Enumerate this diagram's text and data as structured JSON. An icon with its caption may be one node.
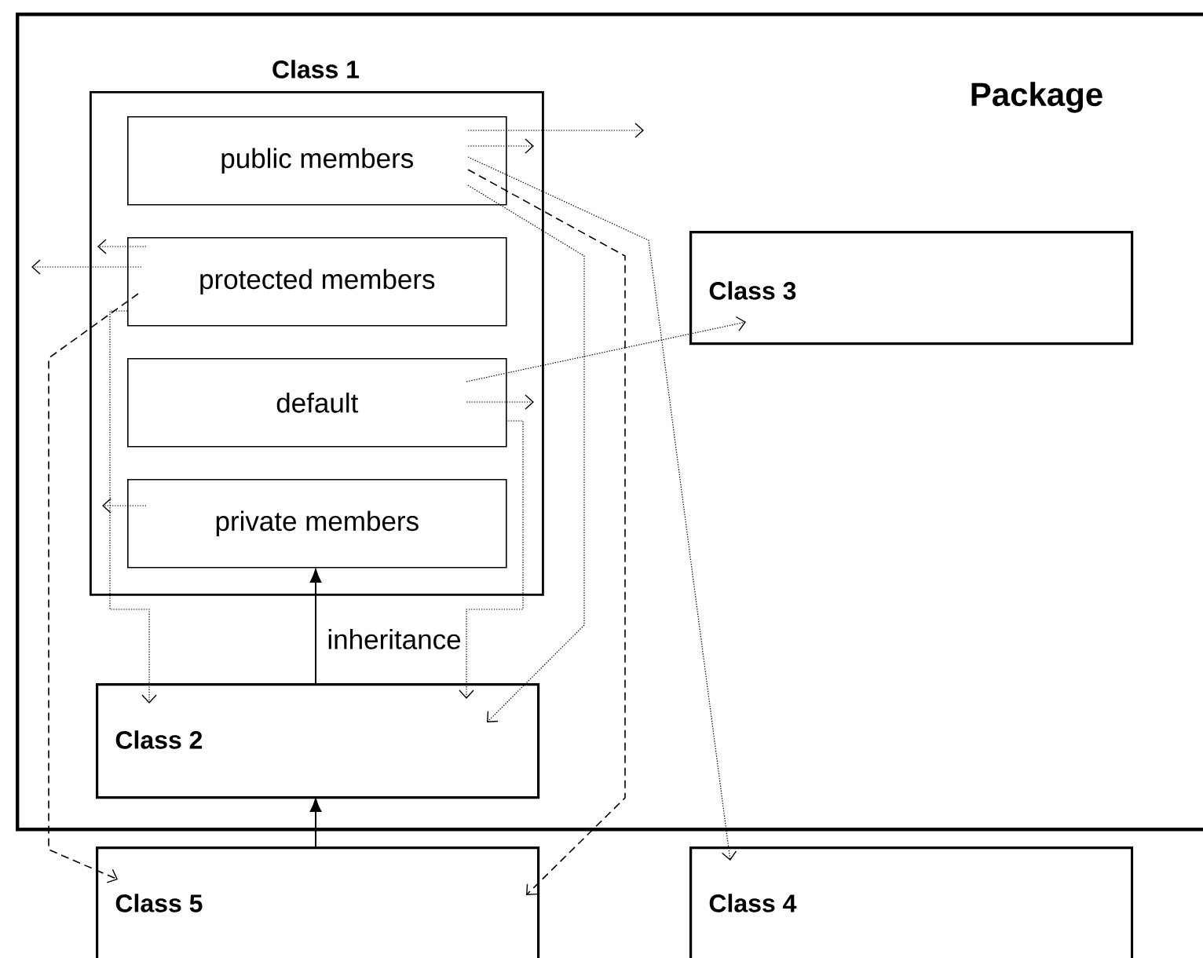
{
  "diagram": {
    "nodes": [
      {
        "text": [
          "Package"
        ]
      },
      {
        "text": [
          "Class 1"
        ],
        "in": 0
      },
      {
        "text": [
          "public members"
        ],
        "in": 1
      },
      {
        "text": [
          "protected members"
        ],
        "in": 1
      },
      {
        "text": [
          "default"
        ],
        "in": 1
      },
      {
        "text": [
          "private members"
        ],
        "in": 1
      },
      {
        "text": [
          "Class 3"
        ],
        "in": 0
      },
      {
        "text": [
          "Class 2"
        ],
        "in": 0
      },
      {
        "text": [
          "Class 5"
        ]
      },
      {
        "text": [
          "Class 4"
        ]
      }
    ],
    "edges": [
      {
        "from": 2,
        "to": null,
        "arrow": "to",
        "style": "dashed"
      },
      {
        "from": 2,
        "to": null,
        "arrow": "to",
        "style": "dashed"
      },
      {
        "from": 2,
        "to": 9,
        "arrow": "to",
        "style": "dashed"
      },
      {
        "from": 2,
        "to": 8,
        "arrow": "to",
        "style": "dashed"
      },
      {
        "from": 2,
        "to": 7,
        "arrow": "to",
        "style": "dashed"
      },
      {
        "from": 3,
        "to": null,
        "arrow": "to",
        "style": "dashed"
      },
      {
        "from": 3,
        "to": null,
        "arrow": "to",
        "style": "dashed"
      },
      {
        "from": 3,
        "to": 8,
        "arrow": "to",
        "style": "dashed"
      },
      {
        "from": 3,
        "to": 7,
        "arrow": "to",
        "style": "dashed"
      },
      {
        "from": 4,
        "to": 6,
        "arrow": "to",
        "style": "dashed"
      },
      {
        "from": 4,
        "to": null,
        "arrow": "to",
        "style": "dashed"
      },
      {
        "from": 4,
        "to": 7,
        "arrow": "to",
        "style": "dashed"
      },
      {
        "from": 5,
        "to": null,
        "arrow": "to",
        "style": "dashed"
      },
      {
        "from": 7,
        "to": 5,
        "arrow": "to",
        "label": "inheritance"
      },
      {
        "from": 8,
        "to": 7,
        "arrow": "to"
      }
    ]
  }
}
